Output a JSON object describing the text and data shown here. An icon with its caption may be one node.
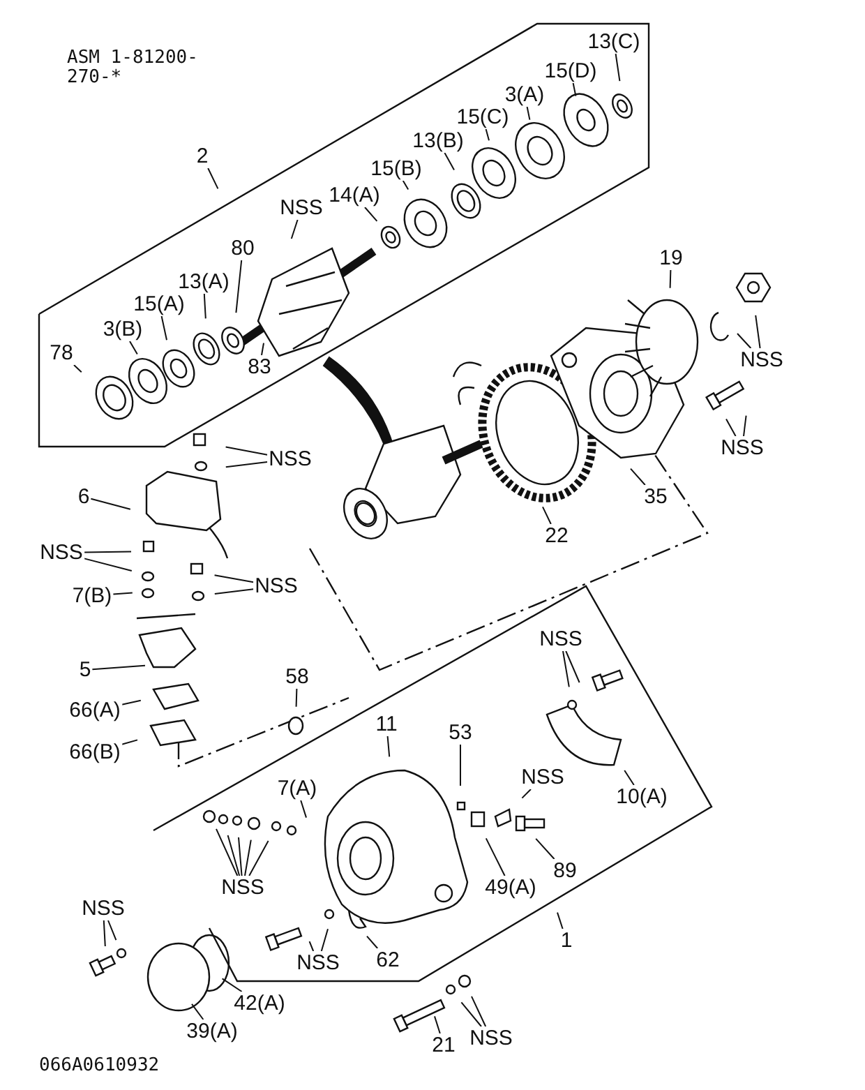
{
  "diagram": {
    "nodes": [
      {
        "text": [
          "2"
        ]
      },
      {
        "text": [
          "13(C)"
        ]
      },
      {
        "text": [
          "15(D)"
        ]
      },
      {
        "text": [
          "3(A)"
        ]
      },
      {
        "text": [
          "15(C)"
        ]
      },
      {
        "text": [
          "13(B)"
        ]
      },
      {
        "text": [
          "15(B)"
        ]
      },
      {
        "text": [
          "14(A)"
        ]
      },
      {
        "text": [
          "NSS"
        ]
      },
      {
        "text": [
          "80"
        ]
      },
      {
        "text": [
          "13(A)"
        ]
      },
      {
        "text": [
          "15(A)"
        ]
      },
      {
        "text": [
          "3(B)"
        ]
      },
      {
        "text": [
          "78"
        ]
      },
      {
        "text": [
          "83"
        ]
      },
      {
        "text": [
          "19"
        ]
      },
      {
        "text": [
          "NSS"
        ]
      },
      {
        "text": [
          "NSS"
        ]
      },
      {
        "text": [
          "35"
        ]
      },
      {
        "text": [
          "22"
        ]
      },
      {
        "text": [
          "NSS"
        ]
      },
      {
        "text": [
          "6"
        ]
      },
      {
        "text": [
          "NSS"
        ]
      },
      {
        "text": [
          "7(B)"
        ]
      },
      {
        "text": [
          "NSS"
        ]
      },
      {
        "text": [
          "5"
        ]
      },
      {
        "text": [
          "66(A)"
        ]
      },
      {
        "text": [
          "66(B)"
        ]
      },
      {
        "text": [
          "58"
        ]
      },
      {
        "text": [
          "11"
        ]
      },
      {
        "text": [
          "53"
        ]
      },
      {
        "text": [
          "NSS"
        ]
      },
      {
        "text": [
          "7(A)"
        ]
      },
      {
        "text": [
          "NSS"
        ]
      },
      {
        "text": [
          "10(A)"
        ]
      },
      {
        "text": [
          "NSS"
        ]
      },
      {
        "text": [
          "49(A)"
        ]
      },
      {
        "text": [
          "89"
        ]
      },
      {
        "text": [
          "1"
        ]
      },
      {
        "text": [
          "NSS"
        ]
      },
      {
        "text": [
          "NSS"
        ]
      },
      {
        "text": [
          "62"
        ]
      },
      {
        "text": [
          "42(A)"
        ]
      },
      {
        "text": [
          "39(A)"
        ]
      },
      {
        "text": [
          "21"
        ]
      },
      {
        "text": [
          "NSS"
        ]
      }
    ],
    "edges": [
      {
        "from": 0,
        "to": null,
        "arrow": "none"
      },
      {
        "from": 1,
        "to": null,
        "arrow": "none"
      },
      {
        "from": 2,
        "to": null,
        "arrow": "none"
      },
      {
        "from": 3,
        "to": null,
        "arrow": "none"
      },
      {
        "from": 4,
        "to": null,
        "arrow": "none"
      },
      {
        "from": 5,
        "to": null,
        "arrow": "none"
      },
      {
        "from": 6,
        "to": null,
        "arrow": "none"
      },
      {
        "from": 7,
        "to": null,
        "arrow": "none"
      },
      {
        "from": 8,
        "to": null,
        "arrow": "none"
      },
      {
        "from": 9,
        "to": null,
        "arrow": "none"
      },
      {
        "from": 10,
        "to": null,
        "arrow": "none"
      },
      {
        "from": 11,
        "to": null,
        "arrow": "none"
      },
      {
        "from": 12,
        "to": null,
        "arrow": "none"
      },
      {
        "from": 13,
        "to": null,
        "arrow": "none"
      },
      {
        "from": 14,
        "to": null,
        "arrow": "none"
      },
      {
        "from": 15,
        "to": null,
        "arrow": "none"
      },
      {
        "from": 16,
        "to": null,
        "arrow": "none"
      },
      {
        "from": 16,
        "to": null,
        "arrow": "none"
      },
      {
        "from": 17,
        "to": null,
        "arrow": "none"
      },
      {
        "from": 17,
        "to": null,
        "arrow": "none"
      },
      {
        "from": 18,
        "to": null,
        "arrow": "none"
      },
      {
        "from": 19,
        "to": null,
        "arrow": "none"
      },
      {
        "from": 20,
        "to": null,
        "arrow": "none"
      },
      {
        "from": 20,
        "to": null,
        "arrow": "none"
      },
      {
        "from": 21,
        "to": null,
        "arrow": "none"
      },
      {
        "from": 22,
        "to": null,
        "arrow": "none"
      },
      {
        "from": 22,
        "to": null,
        "arrow": "none"
      },
      {
        "from": 23,
        "to": null,
        "arrow": "none"
      },
      {
        "from": 24,
        "to": null,
        "arrow": "none"
      },
      {
        "from": 24,
        "to": null,
        "arrow": "none"
      },
      {
        "from": 25,
        "to": null,
        "arrow": "none"
      },
      {
        "from": 26,
        "to": null,
        "arrow": "none"
      },
      {
        "from": 27,
        "to": null,
        "arrow": "none"
      },
      {
        "from": 28,
        "to": null,
        "arrow": "none"
      },
      {
        "from": 29,
        "to": null,
        "arrow": "none"
      },
      {
        "from": 30,
        "to": null,
        "arrow": "none"
      },
      {
        "from": 31,
        "to": null,
        "arrow": "none"
      },
      {
        "from": 31,
        "to": null,
        "arrow": "none"
      },
      {
        "from": 32,
        "to": null,
        "arrow": "none"
      },
      {
        "from": 33,
        "to": null,
        "arrow": "none"
      },
      {
        "from": 34,
        "to": null,
        "arrow": "none"
      },
      {
        "from": 35,
        "to": null,
        "arrow": "none"
      },
      {
        "from": 35,
        "to": null,
        "arrow": "none"
      },
      {
        "from": 35,
        "to": null,
        "arrow": "none"
      },
      {
        "from": 35,
        "to": null,
        "arrow": "none"
      },
      {
        "from": 35,
        "to": null,
        "arrow": "none"
      },
      {
        "from": 36,
        "to": null,
        "arrow": "none"
      },
      {
        "from": 37,
        "to": null,
        "arrow": "none"
      },
      {
        "from": 38,
        "to": null,
        "arrow": "none"
      },
      {
        "from": 39,
        "to": null,
        "arrow": "none"
      },
      {
        "from": 39,
        "to": null,
        "arrow": "none"
      },
      {
        "from": 40,
        "to": null,
        "arrow": "none"
      },
      {
        "from": 40,
        "to": null,
        "arrow": "none"
      },
      {
        "from": 41,
        "to": null,
        "arrow": "none"
      },
      {
        "from": 42,
        "to": null,
        "arrow": "none"
      },
      {
        "from": 43,
        "to": null,
        "arrow": "none"
      },
      {
        "from": 44,
        "to": null,
        "arrow": "none"
      },
      {
        "from": 45,
        "to": null,
        "arrow": "none"
      },
      {
        "from": 45,
        "to": null,
        "arrow": "none"
      }
    ],
    "labels": [
      "ASM 1-81200-270-*",
      "066A0610932"
    ]
  }
}
